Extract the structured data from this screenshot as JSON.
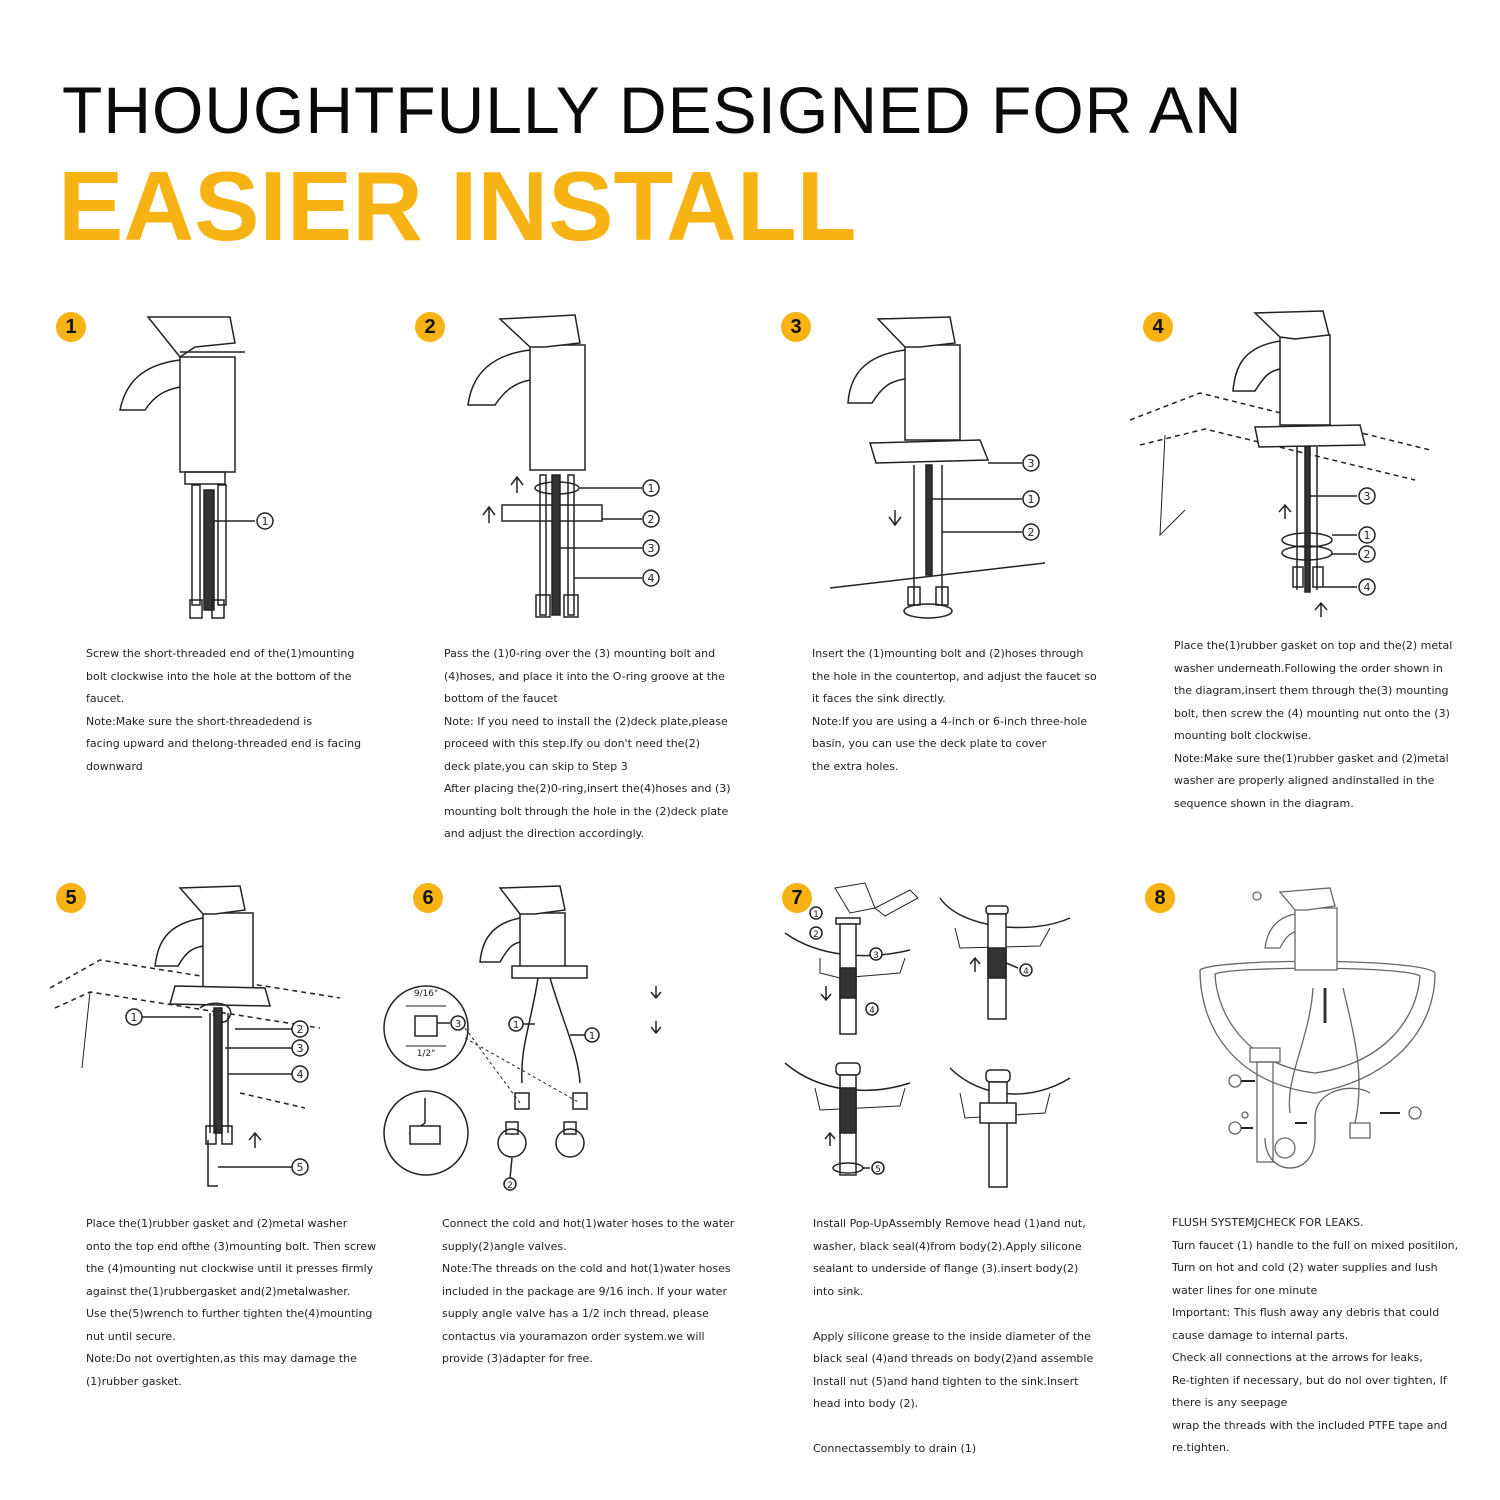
{
  "header": {
    "line1": "THOUGHTFULLY DESIGNED FOR AN",
    "line2": "EASIER INSTALL",
    "accent_color": "#F7B313"
  },
  "steps": [
    {
      "number": "1",
      "callouts": [
        "1"
      ],
      "text": [
        "Screw the short-threaded end of the(1)mounting",
        "bolt clockwise into the hole at the bottom of the",
        "faucet.",
        "Note:Make sure the short-threadedend is",
        "facing upward and thelong-threaded end is facing",
        "downward"
      ]
    },
    {
      "number": "2",
      "callouts": [
        "1",
        "2",
        "3",
        "4"
      ],
      "text": [
        "Pass the (1)0-ring over the (3) mounting bolt and",
        "(4)hoses, and place it into the O-ring groove at the",
        "bottom of the faucet",
        "Note: If you need to install the (2)deck plate,please",
        " proceed with this step.Ify ou don't need the(2)",
        "deck plate,you can skip to Step 3",
        "After placing the(2)0-ring,insert the(4)hoses and (3)",
        "mounting bolt through the hole in the (2)deck plate",
        "and adjust the direction accordingly."
      ]
    },
    {
      "number": "3",
      "callouts": [
        "3",
        "1",
        "2"
      ],
      "text": [
        "Insert the (1)mounting bolt and (2)hoses through",
        "the hole in the countertop, and adjust the faucet so",
        "it faces the sink directly.",
        "Note:If you are using a 4-inch or 6-inch three-hole",
        "basin, you can use the deck plate to cover",
        "the extra holes."
      ]
    },
    {
      "number": "4",
      "callouts": [
        "3",
        "1",
        "2",
        "4"
      ],
      "text": [
        "Place the(1)rubber gasket on top and the(2) metal",
        "washer underneath.Following the order shown in",
        "the diagram,insert them through the(3) mounting",
        "bolt, then screw the (4) mounting nut onto the (3)",
        "mounting bolt clockwise.",
        "Note:Make sure the(1)rubber gasket and (2)metal",
        "washer are properly aligned andinstalled in the",
        "sequence shown in the diagram."
      ]
    },
    {
      "number": "5",
      "callouts": [
        "1",
        "2",
        "3",
        "4",
        "5"
      ],
      "text": [
        "Place the(1)rubber gasket and (2)metal washer",
        "onto the top end ofthe (3)mounting bolt. Then screw",
        "the (4)mounting nut clockwise until it presses firmly",
        "against the(1)rubbergasket and(2)metalwasher.",
        "Use the(5)wrench to further tighten the(4)mounting",
        "nut until secure.",
        "Note:Do not overtighten,as this may damage the",
        "(1)rubber gasket."
      ]
    },
    {
      "number": "6",
      "callouts": [
        "1",
        "1",
        "2",
        "3"
      ],
      "dims": [
        "9/16\"",
        "1/2\""
      ],
      "text": [
        "Connect the cold and hot(1)water hoses to the water",
        "supply(2)angle valves.",
        "Note:The threads on the cold and hot(1)water hoses",
        "included in the package are 9/16 inch. If your water",
        "supply angle valve has a 1/2 inch thread, please",
        "contactus via youramazon order system.we will",
        "provide (3)adapter for free."
      ]
    },
    {
      "number": "7",
      "callouts": [
        "1",
        "2",
        "3",
        "4",
        "4",
        "5"
      ],
      "text": [
        "Install Pop-UpAssembly Remove head (1)and nut,",
        "washer, black seal(4)from body(2).Apply silicone",
        "sealant to underside of flange (3).insert body(2)",
        "into sink.",
        "",
        "Apply silicone grease to the inside diameter of the",
        "black seal (4)and threads on body(2)and assemble",
        "Install nut (5)and hand tighten to the sink.Insert",
        "head into body (2).",
        "",
        "Connectassembly to drain (1)"
      ]
    },
    {
      "number": "8",
      "text": [
        "FLUSH SYSTEMJCHECK FOR LEAKS.",
        "Turn faucet (1) handle to the full on mixed positilon,",
        "Turn on hot and cold (2) water supplies and lush",
        "water lines for one minute",
        "Important: This flush away any debris that could",
        "cause damage to internal parts.",
        "Check all connections at the arrows for leaks,",
        "Re-tighten if necessary, but do nol over tighten, If",
        "there is any seepage",
        "wrap the threads with the included PTFE tape and",
        "re.tighten."
      ]
    }
  ]
}
